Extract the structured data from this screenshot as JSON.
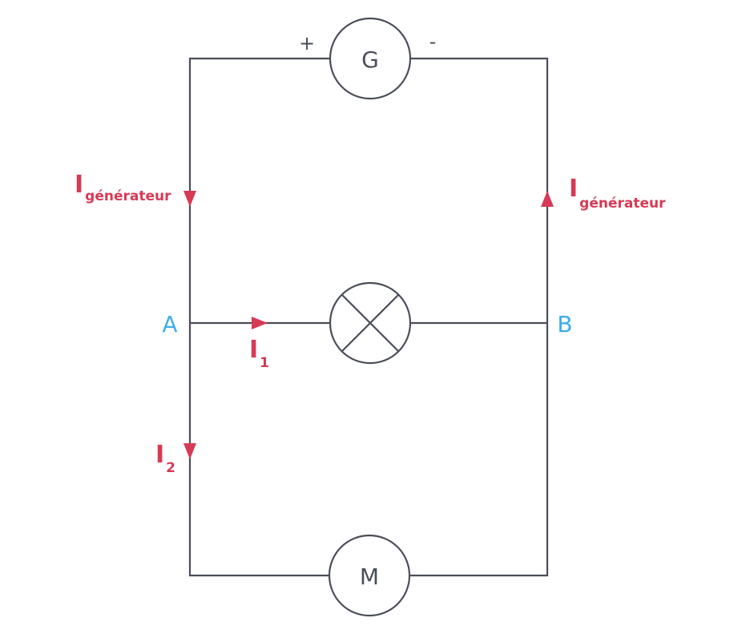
{
  "colors": {
    "wire": "#4a4e58",
    "current": "#d63a55",
    "node": "#3aaee8"
  },
  "generator": {
    "letter": "G",
    "plus": "+",
    "minus": "-"
  },
  "motor": {
    "letter": "M"
  },
  "lamp": {
    "icon": "lamp-cross-icon"
  },
  "nodes": {
    "a": "A",
    "b": "B"
  },
  "currents": {
    "left_gen": {
      "main": "I",
      "sub": "générateur"
    },
    "right_gen": {
      "main": "I",
      "sub": "générateur"
    },
    "i1": {
      "main": "I",
      "sub": "1"
    },
    "i2": {
      "main": "I",
      "sub": "2"
    }
  }
}
